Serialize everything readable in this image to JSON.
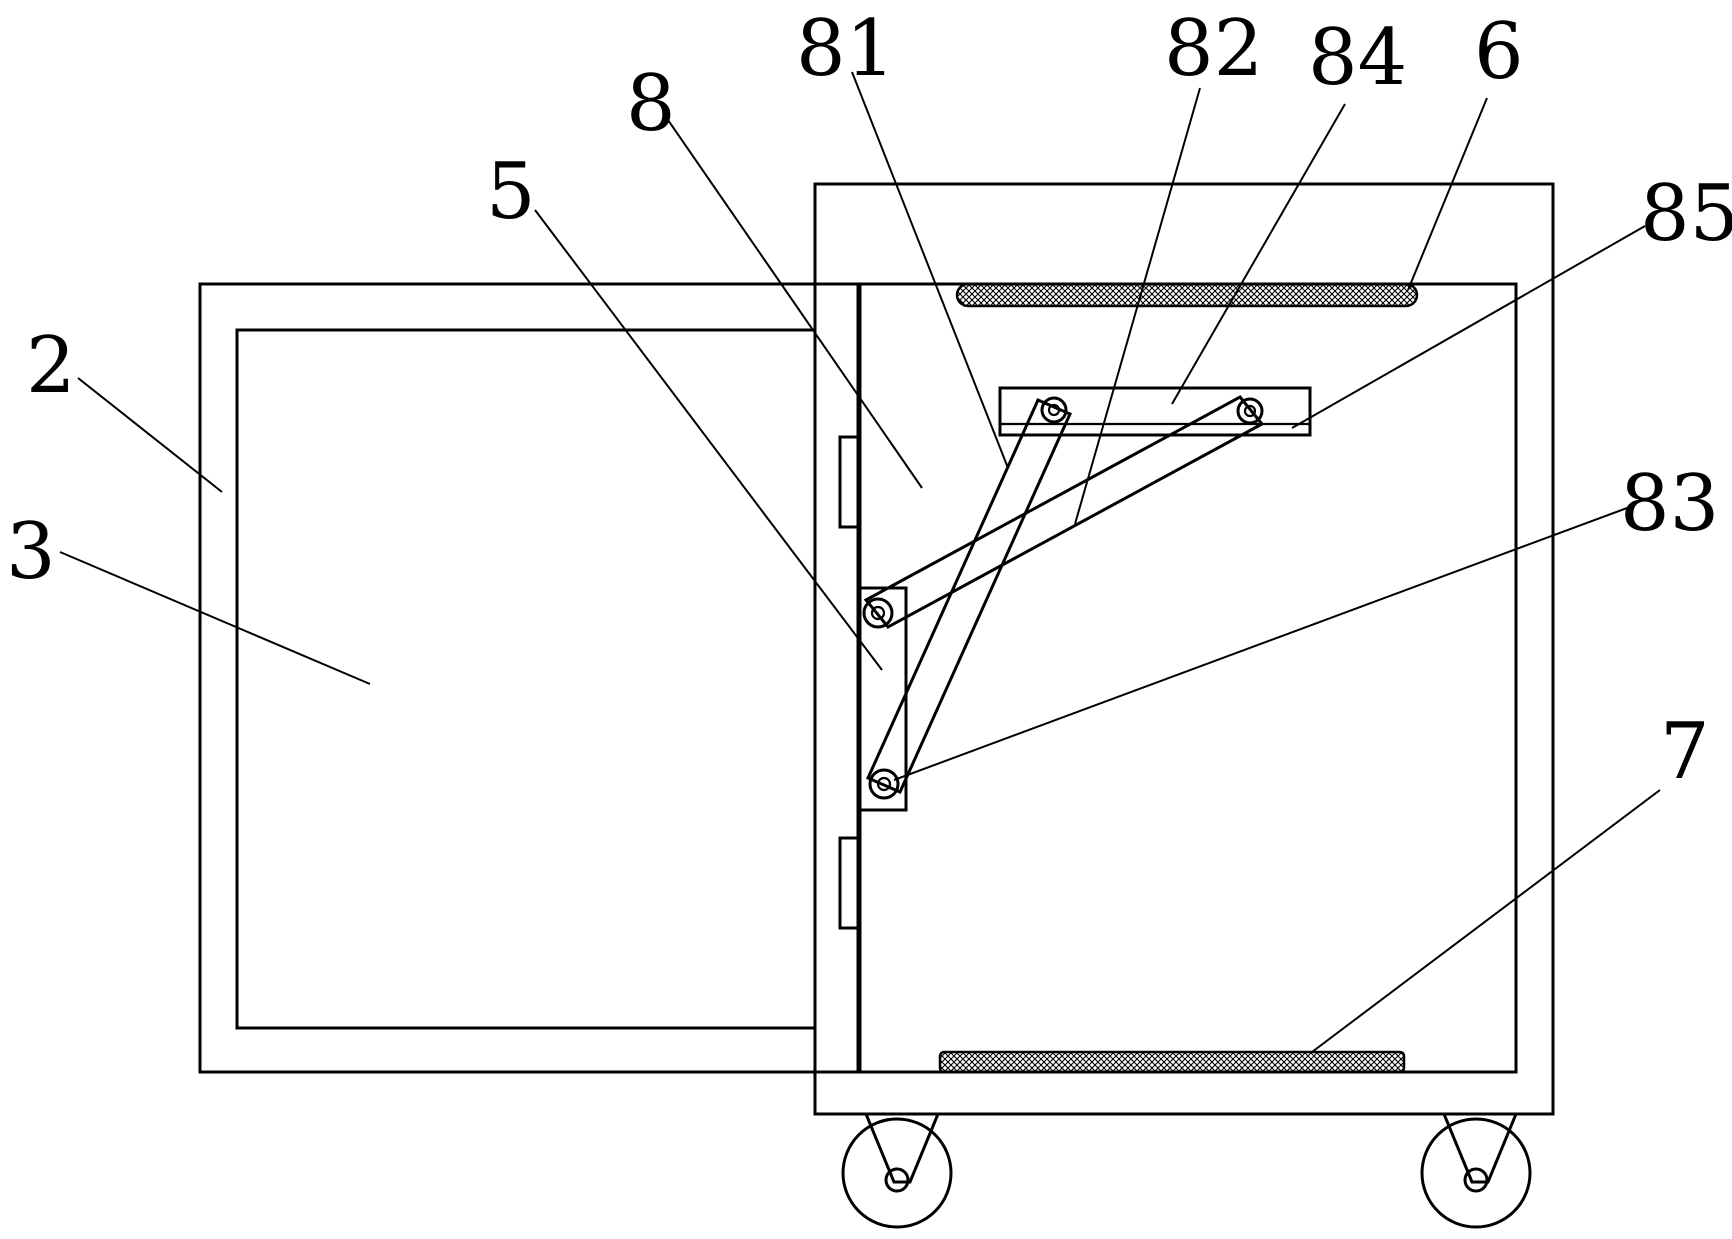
{
  "figure": {
    "type": "patent-line-drawing",
    "labels": {
      "l2": "2",
      "l3": "3",
      "l5": "5",
      "l6": "6",
      "l7": "7",
      "l8": "8",
      "l81": "81",
      "l82": "82",
      "l83": "83",
      "l84": "84",
      "l85": "85"
    },
    "colors": {
      "stroke": "#000000",
      "background": "#ffffff"
    }
  }
}
